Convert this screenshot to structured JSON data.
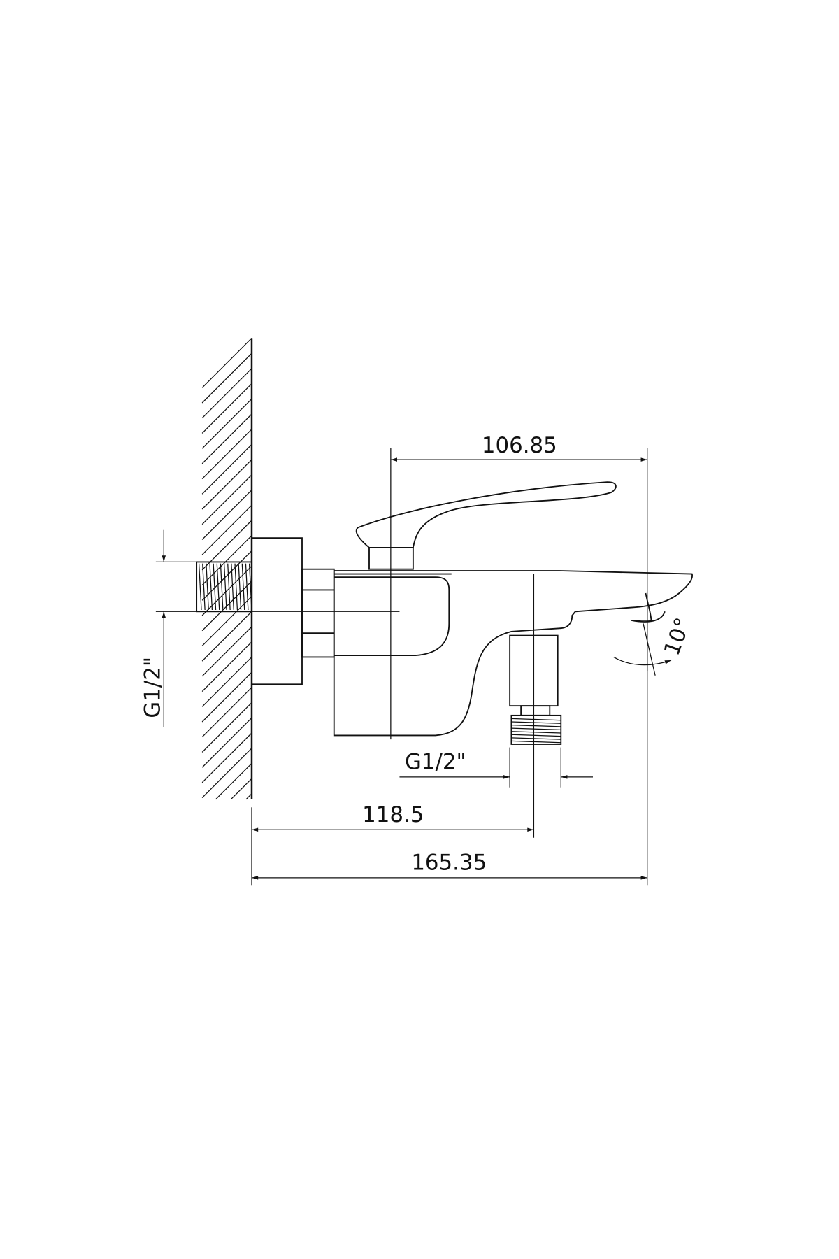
{
  "drawing": {
    "dimensions": {
      "handle_to_spout": "106.85",
      "wall_to_outlet": "118.5",
      "overall_length": "165.35",
      "outlet_thread": "G1/2\"",
      "inlet_thread": "G1/2\"",
      "spout_angle": "10°"
    },
    "line_color": "#111111",
    "background": "#ffffff"
  }
}
